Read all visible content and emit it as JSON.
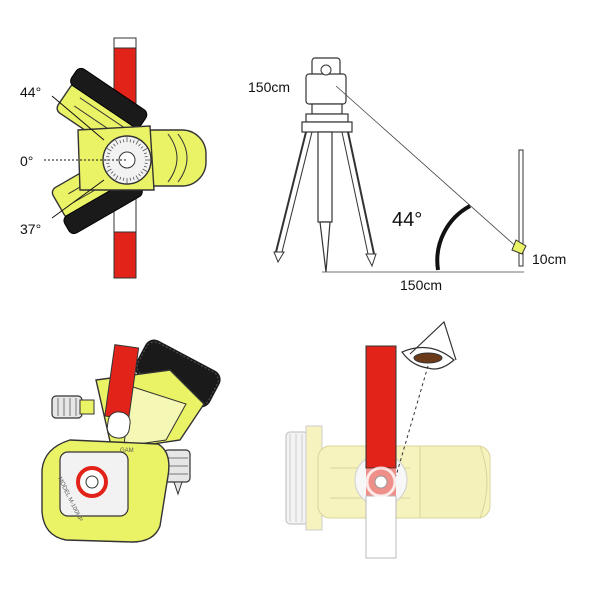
{
  "panel_a": {
    "angle_upper": "44°",
    "angle_zero": "0°",
    "angle_lower": "37°"
  },
  "panel_b": {
    "instrument_height": "150cm",
    "tilt_angle": "44°",
    "target_height": "10cm",
    "horizontal_distance": "150cm"
  },
  "panel_c": {
    "model_text": "MODEL M-100MP",
    "brand_text": "GAM"
  },
  "colors": {
    "holder_yellow": "#eaf266",
    "pole_red": "#e2231a",
    "grip_black": "#1a1a1a",
    "faded_yellow": "#f6f3bf",
    "faded_red": "#e73a2f"
  }
}
